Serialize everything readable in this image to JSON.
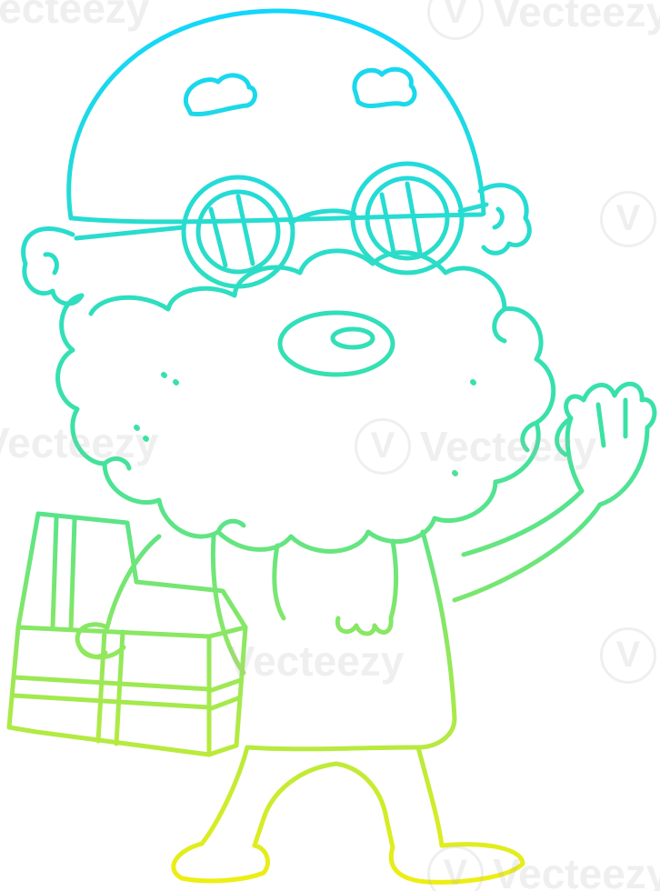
{
  "image": {
    "subject": "line-art cartoon of a bald bearded man in round glasses waving and holding a wrapped present",
    "style": "single-weight gradient outline on white",
    "colors": {
      "gradient_top": "#12d6ff",
      "gradient_mid": "#3de2a0",
      "gradient_bottom": "#f2ee10",
      "background": "#ffffff"
    }
  },
  "watermark": {
    "text": "Vecteezy",
    "logo_glyph": "V"
  }
}
